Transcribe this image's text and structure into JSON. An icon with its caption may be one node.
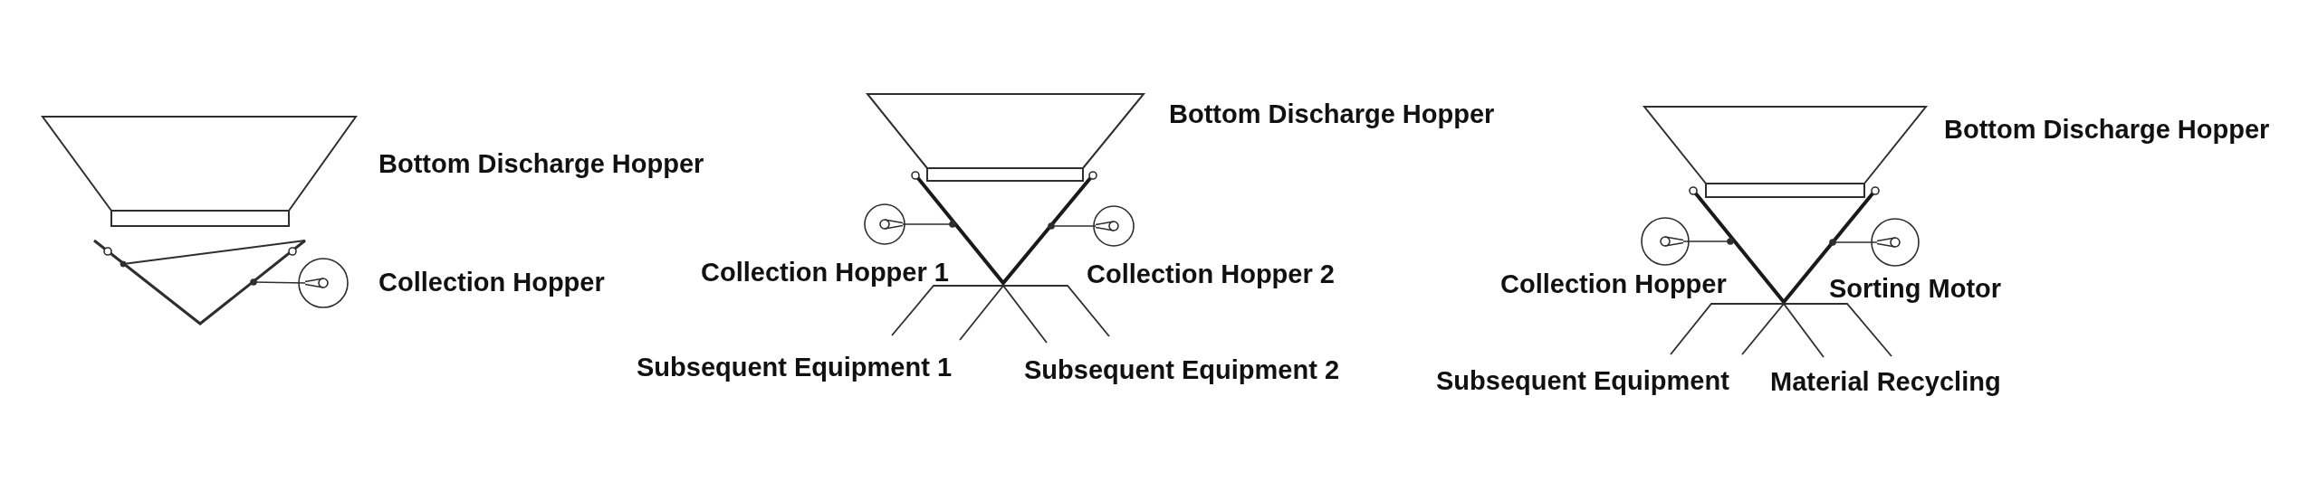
{
  "diagram": {
    "labels": [
      "Bottom Discharge Hopper",
      "Collection Hopper",
      "Bottom Discharge Hopper",
      "Collection Hopper 1",
      "Collection Hopper 2",
      "Subsequent Equipment 1",
      "Subsequent Equipment 2",
      "Bottom Discharge Hopper",
      "Collection Hopper",
      "Sorting Motor",
      "Subsequent Equipment",
      "Material Recycling"
    ]
  }
}
